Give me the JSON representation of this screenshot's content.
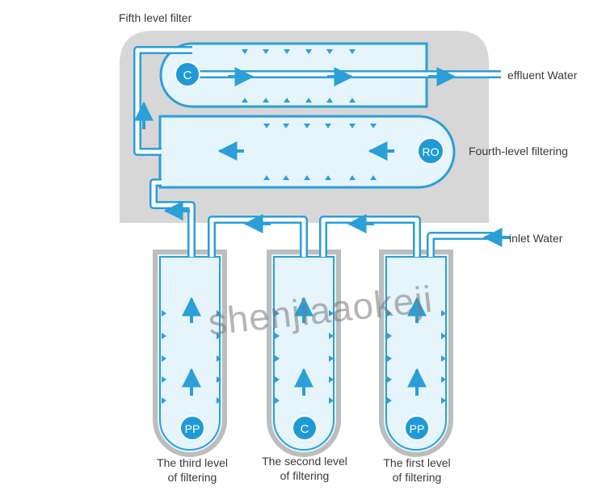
{
  "labels": {
    "fifth": "Fifth level filter",
    "effluent": "effluent Water",
    "fourth": "Fourth-level filtering",
    "inlet": "inlet Water",
    "third_l1": "The third level",
    "third_l2": "of filtering",
    "second_l1": "The second level",
    "second_l2": "of filtering",
    "first_l1": "The first level",
    "first_l2": "of filtering"
  },
  "filters": {
    "c_top": "C",
    "ro": "RO",
    "pp_third": "PP",
    "c_second": "C",
    "pp_first": "PP"
  },
  "watermark": "shenjiaaokeji",
  "colors": {
    "housing": "#d7d7d7",
    "tube_fill": "#e6f4fb",
    "pipe": "#2a9fd8",
    "badge": "#1f9ad6"
  }
}
